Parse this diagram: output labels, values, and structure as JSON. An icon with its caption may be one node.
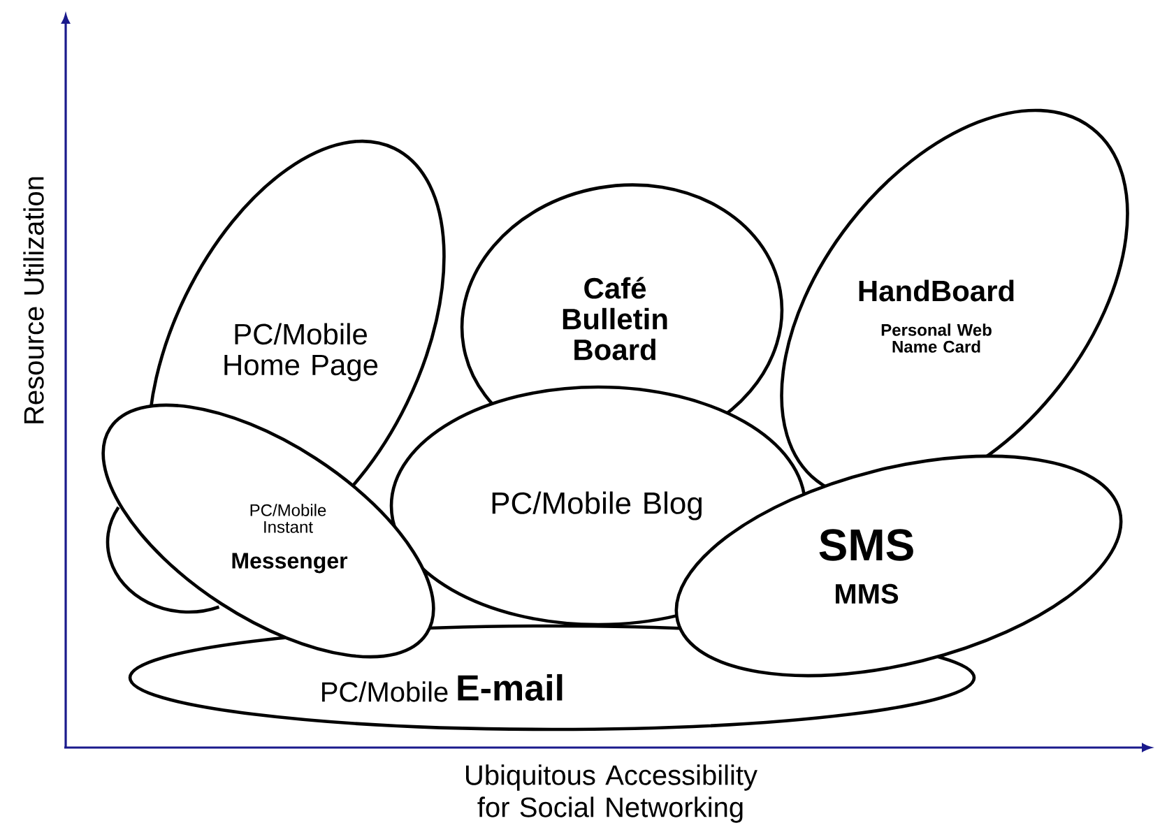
{
  "diagram": {
    "nodes": [
      {
        "text": [
          "PC/Mobile Home Page"
        ]
      },
      {
        "text": [
          "Café Bulletin Board"
        ]
      },
      {
        "text": [
          "HandBoard",
          "Personal Web Name Card"
        ]
      },
      {
        "text": [
          "PC/Mobile Instant",
          "Messenger"
        ]
      },
      {
        "text": [
          "PC/Mobile Blog"
        ]
      },
      {
        "text": [
          "SMS",
          "MMS"
        ]
      },
      {
        "text": [],
        "shape": "ellipse"
      },
      {
        "text": [
          "PC/Mobile",
          "E-mail"
        ]
      }
    ],
    "labels": [
      "Resource Utilization",
      "Ubiquitous Accessibility for Social Networking"
    ]
  }
}
